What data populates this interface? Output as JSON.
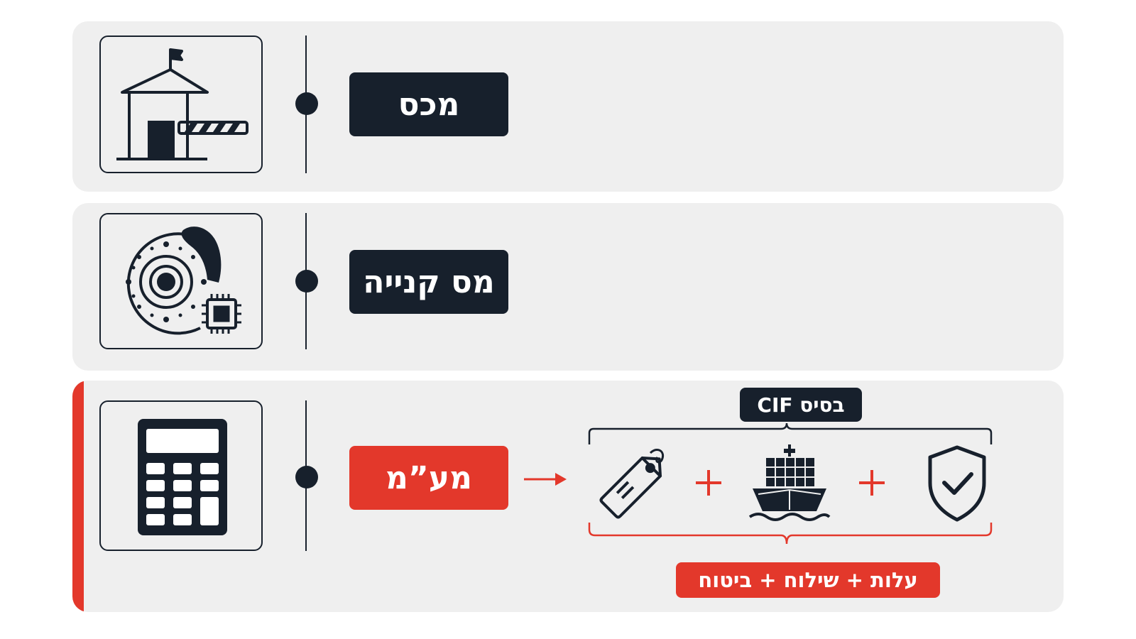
{
  "rows": {
    "customs": {
      "label": "מכס",
      "icon": "customs-gate-icon"
    },
    "purchase": {
      "label": "מס קנייה",
      "icon": "brake-disc-chip-icon"
    },
    "vat": {
      "label": "מע”מ",
      "icon": "calculator-icon"
    }
  },
  "cif": {
    "top_label": "בסיס CIF",
    "components": [
      "price-tag-icon",
      "cargo-ship-icon",
      "shield-check-icon"
    ],
    "operator": "+",
    "bottom_label": "עלות + שילוח + ביטוח"
  },
  "colors": {
    "dark": "#17202c",
    "accent": "#e3382b",
    "row_background": "#efefef"
  }
}
